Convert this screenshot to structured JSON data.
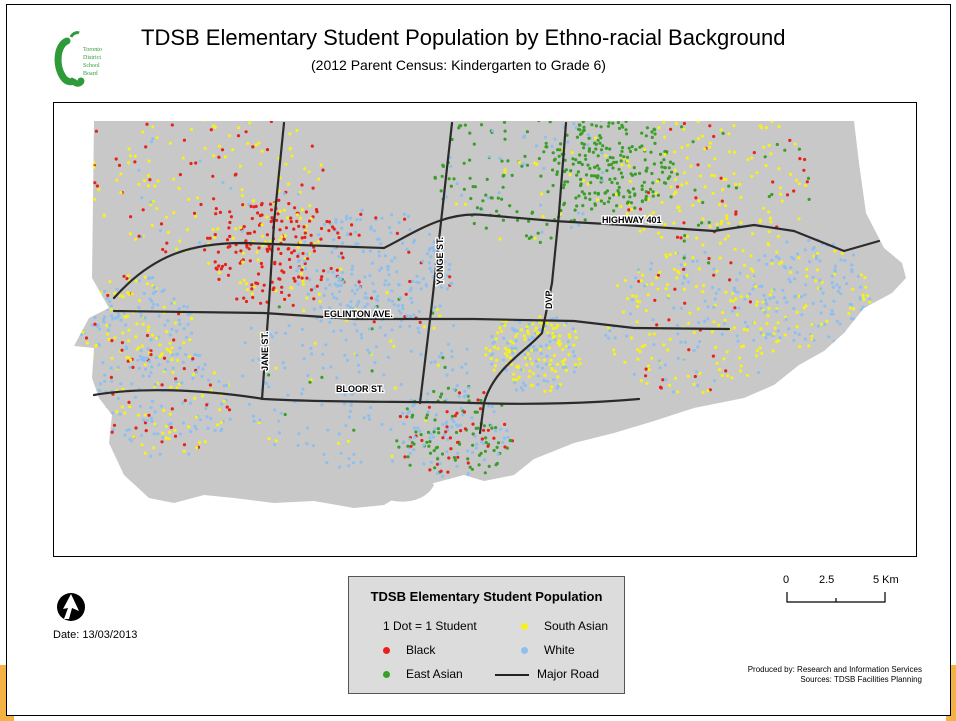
{
  "title": "TDSB Elementary Student Population by Ethno-racial Background",
  "subtitle": "(2012 Parent Census: Kindergarten to Grade 6)",
  "logo": {
    "lines": [
      "Toronto",
      "District",
      "School",
      "Board"
    ],
    "icon": "apple-logo-icon"
  },
  "colors": {
    "black": "#e8221b",
    "east_asian": "#3c9e2a",
    "south_asian": "#f5f01e",
    "white": "#8fbfee",
    "land": "#c8c8c8",
    "road": "#2b2b2b"
  },
  "roads": {
    "highway401": "HIGHWAY 401",
    "eglinton": "EGLINTON AVE.",
    "bloor": "BLOOR ST.",
    "jane": "JANE ST.",
    "yonge": "YONGE ST.",
    "dvp": "DVP"
  },
  "date": "Date: 13/03/2013",
  "north_arrow_icon": "north-arrow-icon",
  "legend": {
    "title": "TDSB Elementary Student Population",
    "dot_note": "1 Dot = 1 Student",
    "items": {
      "black": "Black",
      "east_asian": "East Asian",
      "south_asian": "South Asian",
      "white": "White",
      "major_road": "Major Road"
    }
  },
  "scale": {
    "labels": [
      "0",
      "2.5",
      "5 Km"
    ]
  },
  "credits": {
    "produced_by": "Produced by: Research and Information Services",
    "sources": "Sources: TDSB Facilities Planning"
  }
}
